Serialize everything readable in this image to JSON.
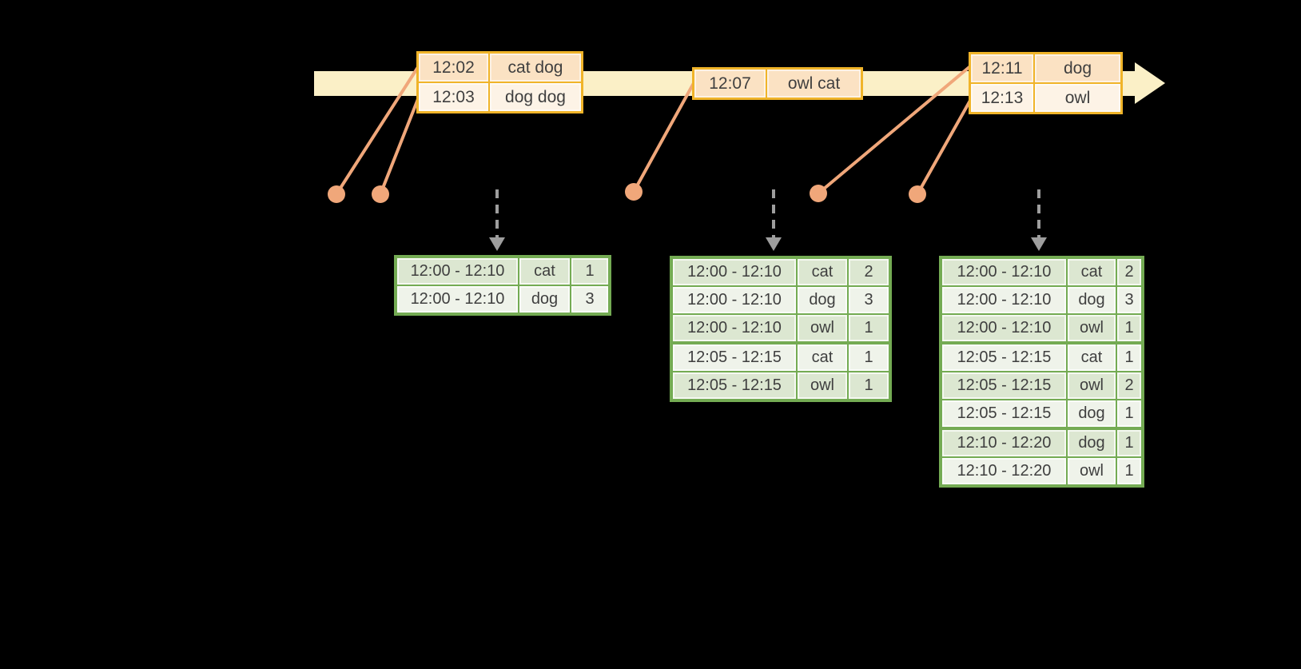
{
  "colors": {
    "background": "#000000",
    "timeline_band": "#fbf0c7",
    "event_table_border": "#f0b429",
    "event_row_dark": "#fbe2c3",
    "event_row_light": "#fdf3e6",
    "connector": "#f0a77a",
    "trigger_arrow": "#9e9e9e",
    "result_table_border": "#74ab53",
    "result_row_dark": "#dce7d1",
    "result_row_light": "#eff3ea",
    "text": "#3f3f3f"
  },
  "timeline": {
    "events": [
      {
        "rows": [
          {
            "time": "12:02",
            "words": "cat dog"
          },
          {
            "time": "12:03",
            "words": "dog dog"
          }
        ]
      },
      {
        "rows": [
          {
            "time": "12:07",
            "words": "owl cat"
          }
        ]
      },
      {
        "rows": [
          {
            "time": "12:11",
            "words": "dog"
          },
          {
            "time": "12:13",
            "words": "owl"
          }
        ]
      }
    ]
  },
  "results": [
    {
      "rows": [
        {
          "window": "12:00 - 12:10",
          "word": "cat",
          "count": "1"
        },
        {
          "window": "12:00 - 12:10",
          "word": "dog",
          "count": "3"
        }
      ]
    },
    {
      "rows": [
        {
          "window": "12:00 - 12:10",
          "word": "cat",
          "count": "2"
        },
        {
          "window": "12:00 - 12:10",
          "word": "dog",
          "count": "3"
        },
        {
          "window": "12:00 - 12:10",
          "word": "owl",
          "count": "1"
        },
        {
          "window": "12:05 - 12:15",
          "word": "cat",
          "count": "1"
        },
        {
          "window": "12:05 - 12:15",
          "word": "owl",
          "count": "1"
        }
      ]
    },
    {
      "rows": [
        {
          "window": "12:00 - 12:10",
          "word": "cat",
          "count": "2"
        },
        {
          "window": "12:00 - 12:10",
          "word": "dog",
          "count": "3"
        },
        {
          "window": "12:00 - 12:10",
          "word": "owl",
          "count": "1"
        },
        {
          "window": "12:05 - 12:15",
          "word": "cat",
          "count": "1"
        },
        {
          "window": "12:05 - 12:15",
          "word": "owl",
          "count": "2"
        },
        {
          "window": "12:05 - 12:15",
          "word": "dog",
          "count": "1"
        },
        {
          "window": "12:10 - 12:20",
          "word": "dog",
          "count": "1"
        },
        {
          "window": "12:10 - 12:20",
          "word": "owl",
          "count": "1"
        }
      ]
    }
  ]
}
